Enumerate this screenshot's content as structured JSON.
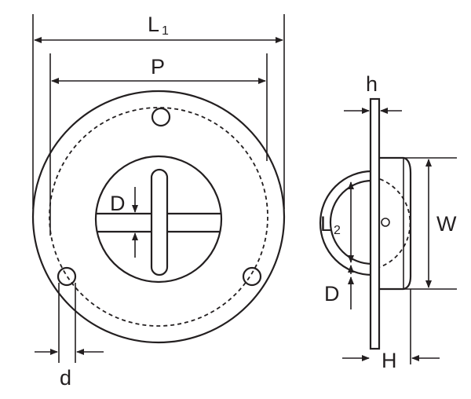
{
  "labels": {
    "l1_main": "L",
    "l1_sub": "1",
    "p": "P",
    "d_upper": "D",
    "d_lower": "d",
    "h_lower": "h",
    "l2_main": "L",
    "l2_sub": "2",
    "w": "W",
    "d_side": "D",
    "h_upper": "H"
  },
  "colors": {
    "line": "#231f20",
    "background": "#ffffff"
  }
}
